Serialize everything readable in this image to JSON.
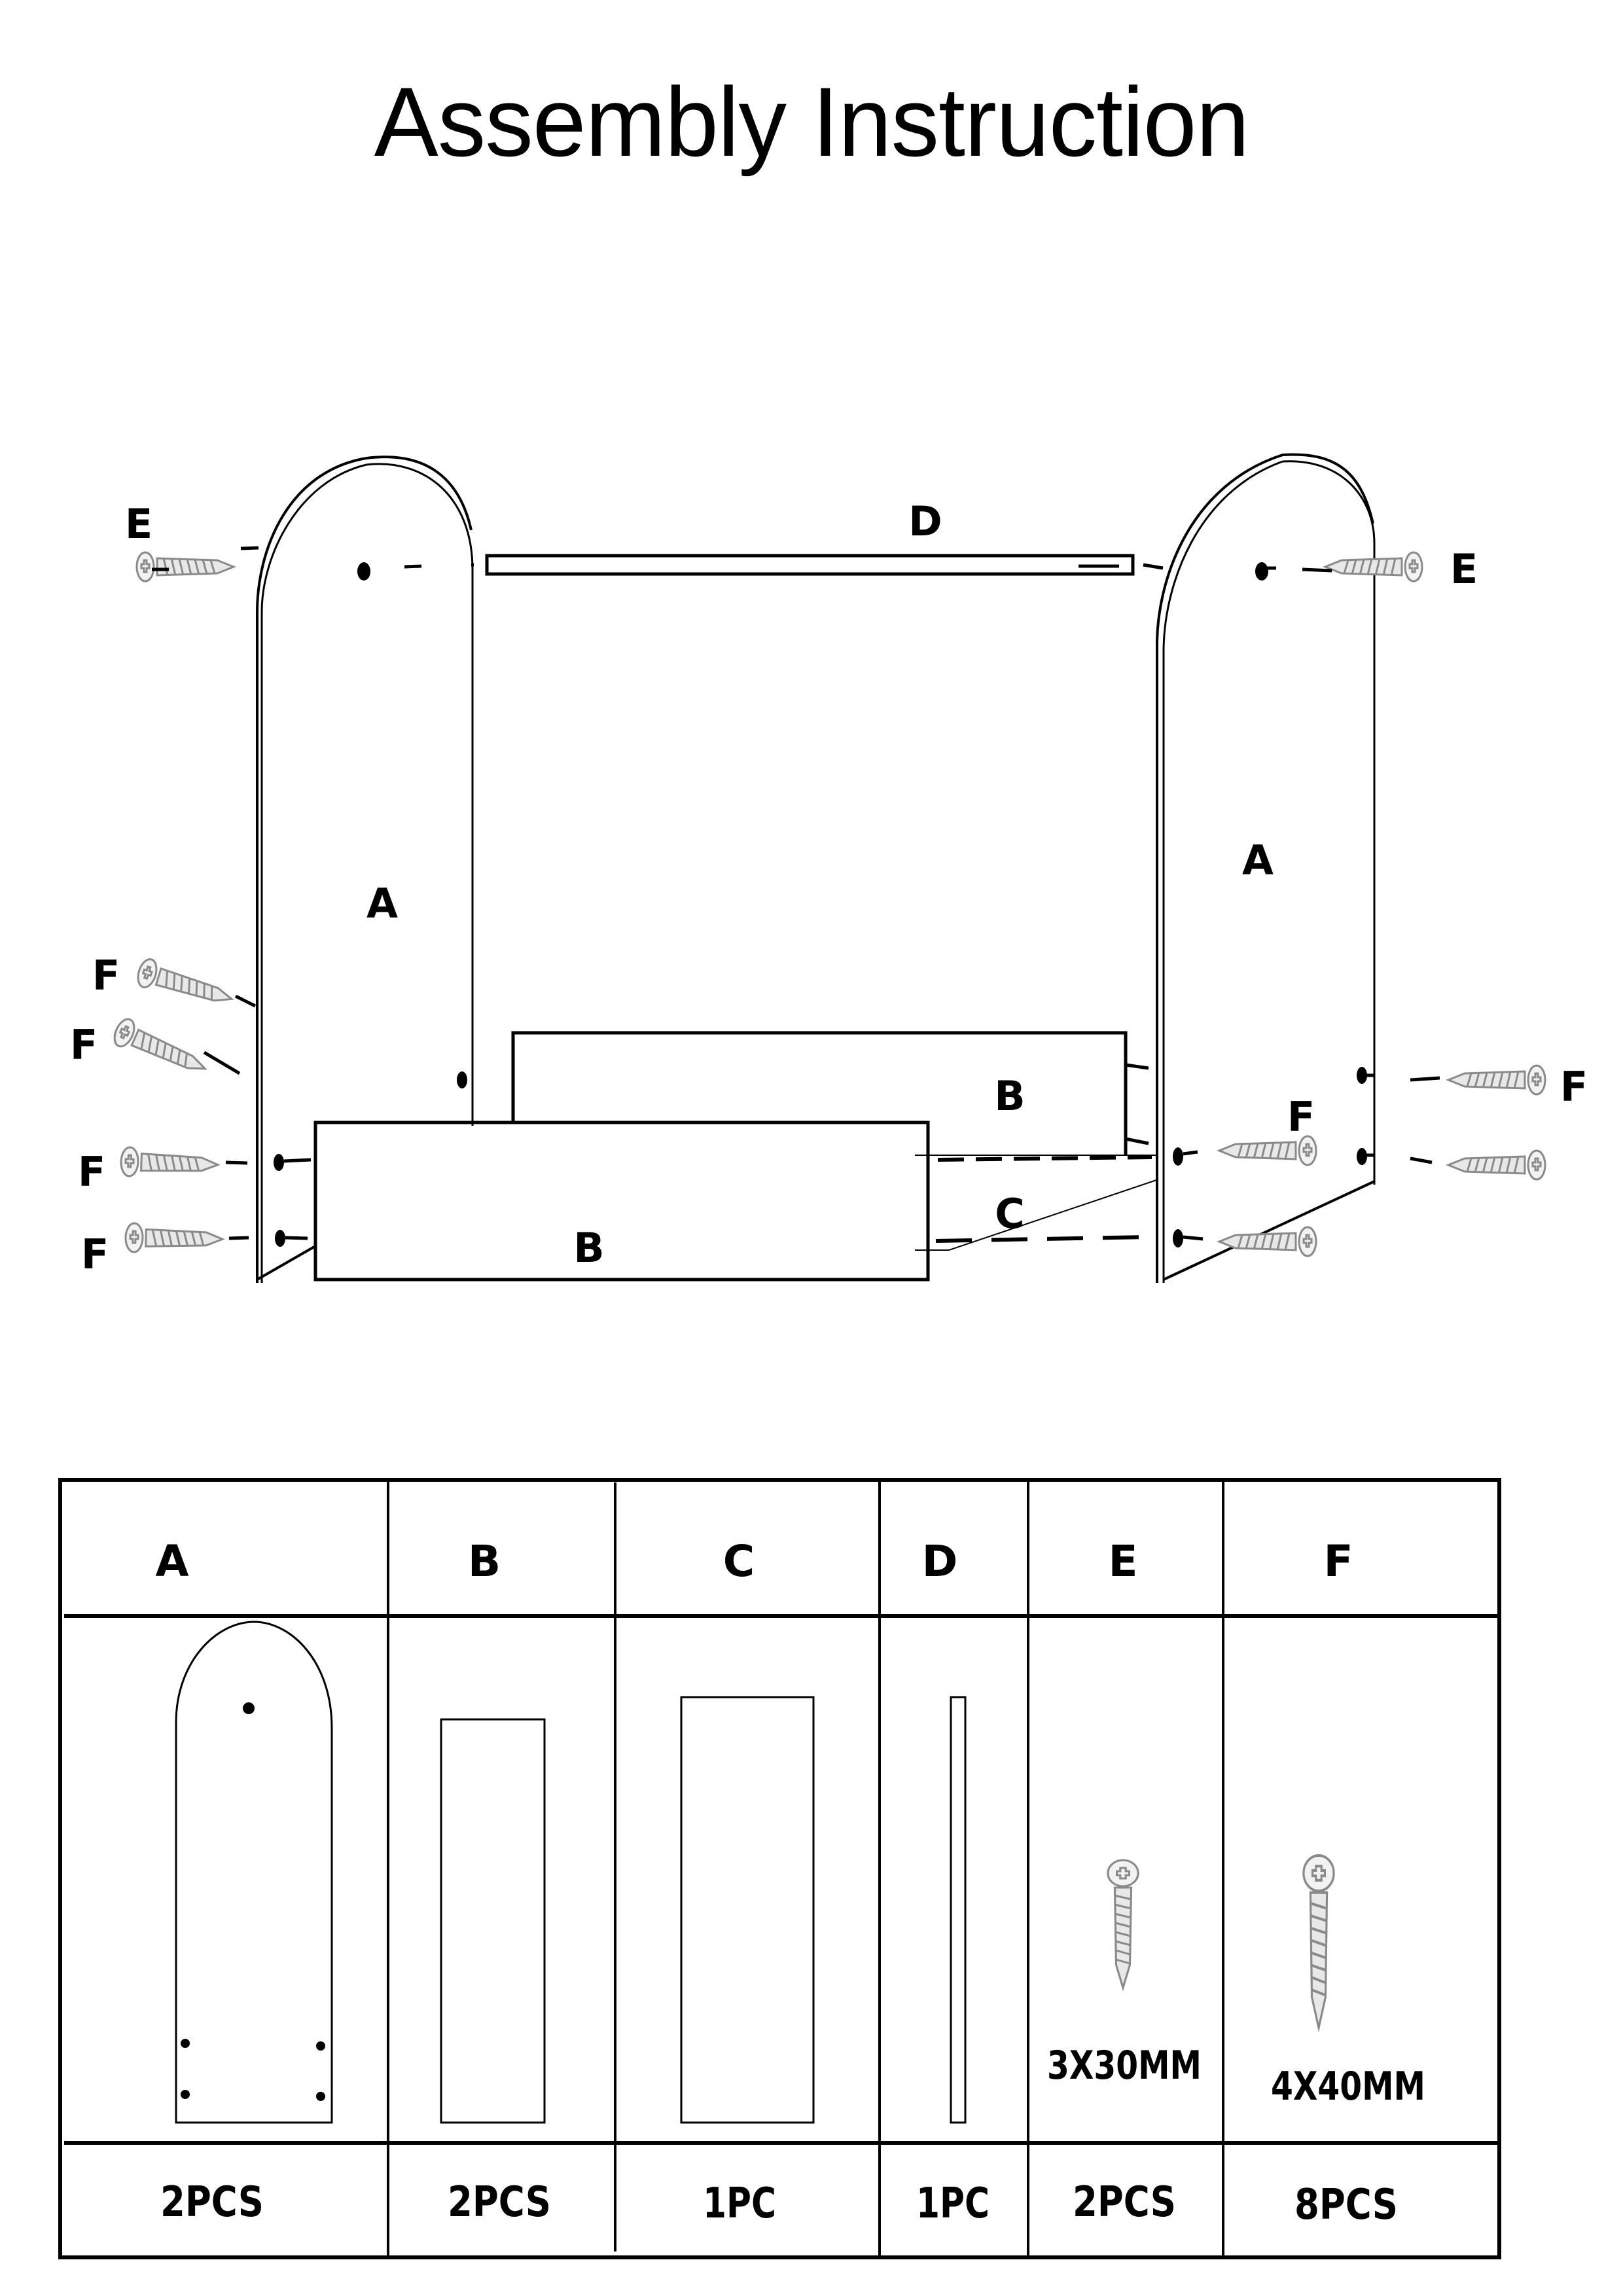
{
  "document": {
    "title": "Assembly Instruction"
  },
  "diagram": {
    "panel_labels": {
      "side_panel_left": "A",
      "side_panel_right": "A",
      "back_board": "B",
      "front_board": "B",
      "bottom_board": "C",
      "top_rail": "D"
    },
    "screw_labels": {
      "top_left": "E",
      "top_right": "E",
      "left_1": "F",
      "left_2": "F",
      "left_3": "F",
      "left_4": "F",
      "right_inner": "F",
      "right_outer": "F"
    }
  },
  "parts_table": {
    "columns": [
      {
        "part": "A",
        "spec": "",
        "quantity": "2PCS",
        "shape": "arched-panel"
      },
      {
        "part": "B",
        "spec": "",
        "quantity": "2PCS",
        "shape": "board"
      },
      {
        "part": "C",
        "spec": "",
        "quantity": "1PC",
        "shape": "board"
      },
      {
        "part": "D",
        "spec": "",
        "quantity": "1PC",
        "shape": "rail"
      },
      {
        "part": "E",
        "spec": "3X30MM",
        "quantity": "2PCS",
        "shape": "screw"
      },
      {
        "part": "F",
        "spec": "4X40MM",
        "quantity": "8PCS",
        "shape": "screw"
      }
    ]
  }
}
